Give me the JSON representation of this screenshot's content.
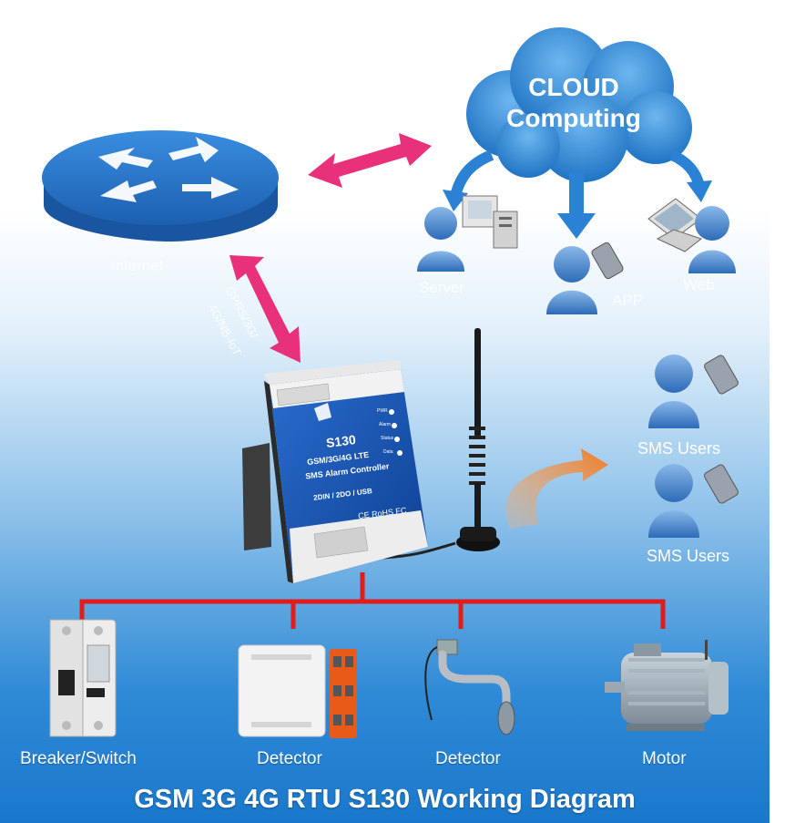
{
  "cloud": {
    "line1": "CLOUD",
    "line2": "Computing"
  },
  "router": {
    "label": "Internet"
  },
  "connection": {
    "line1": "GPRS/3G/",
    "line2": "4G/NB-IoT"
  },
  "clients": [
    {
      "label": "Server"
    },
    {
      "label": "APP"
    },
    {
      "label": "Web"
    }
  ],
  "sms_users": [
    {
      "label": "SMS Users"
    },
    {
      "label": "SMS Users"
    }
  ],
  "controller": {
    "model": "S130",
    "spec_line1": "GSM/3G/4G LTE",
    "spec_line2": "SMS Alarm Controller",
    "spec_line3": "2DIN / 2DO / USB",
    "marks": "CE RoHS FC",
    "led_labels": [
      "PWR",
      "Alarm",
      "Status",
      "Data"
    ]
  },
  "devices": [
    {
      "label": "Breaker/Switch"
    },
    {
      "label": "Detector"
    },
    {
      "label": "Detector"
    },
    {
      "label": "Motor"
    }
  ],
  "title": "GSM 3G 4G RTU S130 Working Diagram",
  "colors": {
    "arrow_pink": "#e8317a",
    "bus_red": "#e21b1b",
    "cloud_blue": "#1f7fd0",
    "router_blue": "#1f6fc4",
    "sms_arrow_orange": "#f07b22",
    "person_blue": "#3f7fc8"
  },
  "icons": [
    "router-icon",
    "cloud-icon",
    "server-icon",
    "phone-icon",
    "laptop-icon",
    "person-icon",
    "antenna-icon",
    "breaker-icon",
    "detector-icon",
    "float-switch-icon",
    "motor-icon"
  ]
}
